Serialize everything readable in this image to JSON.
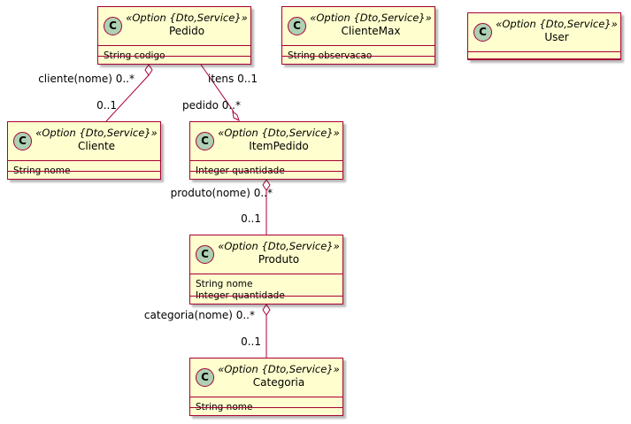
{
  "stereotype_text": "«Option {Dto,Service}»",
  "class_badge": "C",
  "classes": {
    "pedido": {
      "name": "Pedido",
      "attributes": [
        "String codigo"
      ]
    },
    "clientemax": {
      "name": "ClienteMax",
      "attributes": [
        "String observacao"
      ]
    },
    "user": {
      "name": "User",
      "attributes": []
    },
    "cliente": {
      "name": "Cliente",
      "attributes": [
        "String nome"
      ]
    },
    "itempedido": {
      "name": "ItemPedido",
      "attributes": [
        "Integer quantidade"
      ]
    },
    "produto": {
      "name": "Produto",
      "attributes": [
        "String nome",
        "Integer quantidade"
      ]
    },
    "categoria": {
      "name": "Categoria",
      "attributes": [
        "String nome"
      ]
    }
  },
  "relations": {
    "pedido_cliente": {
      "source_role": "cliente(nome) 0..*",
      "target_multiplicity": "0..1"
    },
    "pedido_itens": {
      "source_role": "itens 0..1",
      "target_role": "pedido 0..*"
    },
    "itempedido_produto": {
      "source_role": "produto(nome) 0..*",
      "target_multiplicity": "0..1"
    },
    "produto_categoria": {
      "source_role": "categoria(nome) 0..*",
      "target_multiplicity": "0..1"
    }
  },
  "colors": {
    "class_fill": "#FEFECE",
    "class_border": "#A80036",
    "badge_fill": "#ADD1B2",
    "edge": "#A80036"
  }
}
